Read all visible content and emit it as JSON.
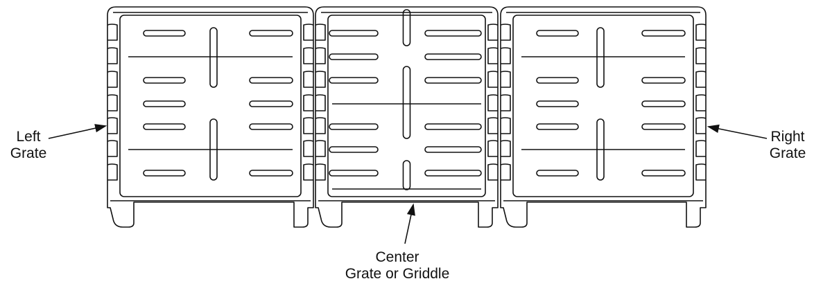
{
  "labels": {
    "left": {
      "line1": "Left",
      "line2": "Grate"
    },
    "right": {
      "line1": "Right",
      "line2": "Grate"
    },
    "center": {
      "line1": "Center",
      "line2": "Grate or Griddle"
    }
  },
  "colors": {
    "line": "#111111",
    "background": "#ffffff"
  }
}
